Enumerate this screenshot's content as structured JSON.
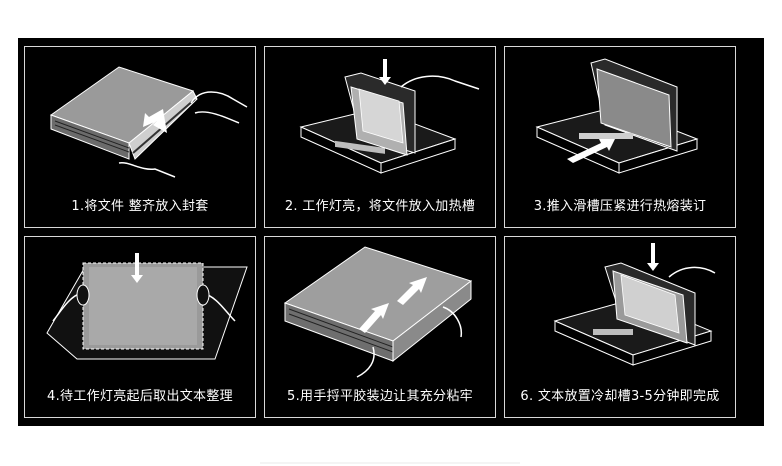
{
  "steps": [
    {
      "caption": "1.将文件 整齐放入封套",
      "illustration": "insert-into-cover-icon"
    },
    {
      "caption": "2. 工作灯亮，将文件放入加热槽",
      "illustration": "place-in-heating-slot-icon"
    },
    {
      "caption": "3.推入滑槽压紧进行热熔装订",
      "illustration": "push-slider-bind-icon"
    },
    {
      "caption": "4.待工作灯亮起后取出文本整理",
      "illustration": "remove-and-tidy-icon"
    },
    {
      "caption": "5.用手捋平胶装边让其充分粘牢",
      "illustration": "smooth-glue-edge-icon"
    },
    {
      "caption": "6. 文本放置冷却槽3-5分钟即完成",
      "illustration": "cooling-slot-icon"
    }
  ]
}
